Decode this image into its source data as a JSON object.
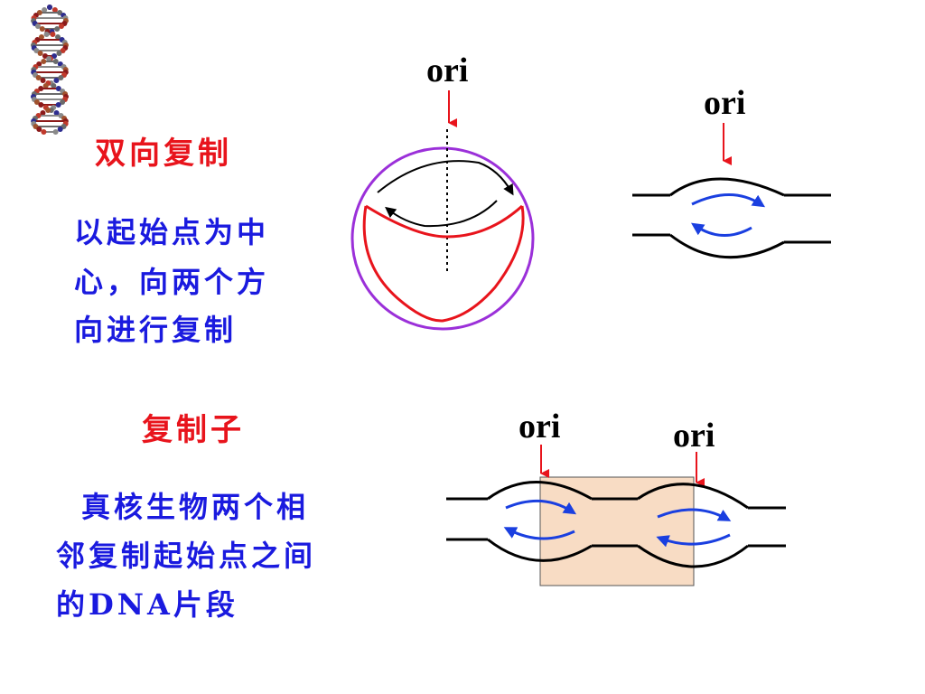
{
  "headings": {
    "bidirectional": "双向复制",
    "replicon": "复制子"
  },
  "descriptions": {
    "bidirectional_lines": [
      "以起始点为中",
      "心，向两个方",
      "向进行复制"
    ],
    "replicon_lines": [
      "真核生物两个相",
      "邻复制起始点之间",
      "的DNA片段"
    ]
  },
  "labels": {
    "ori": "ori"
  },
  "colors": {
    "heading": "#e8141c",
    "description": "#1a1adf",
    "circle_outline": "#9b30d9",
    "new_strand": "#e8141c",
    "arrows": "#1a3fe0",
    "replicon_box": "#f8dcc4"
  },
  "icons": {
    "dna": "dna-double-helix-icon"
  }
}
